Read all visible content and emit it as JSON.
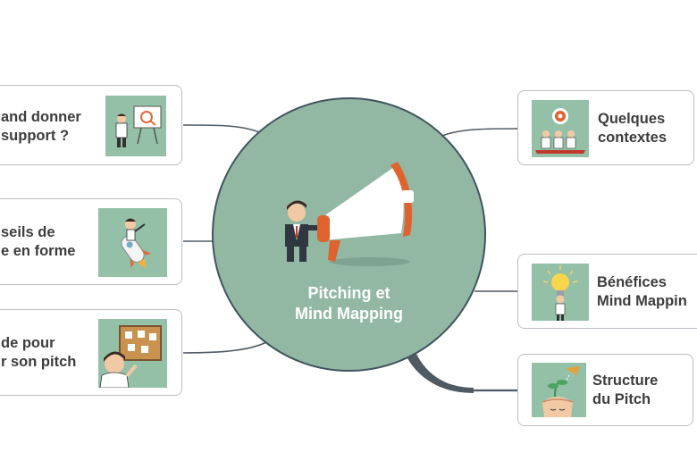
{
  "colors": {
    "center_fill": "#92b8a4",
    "center_border": "#41545f",
    "thumb_bg": "#94c0a8",
    "connector": "#4f5a63",
    "node_border": "#b9bec3",
    "text": "#3d3d3d"
  },
  "center": {
    "line1": "Pitching et",
    "line2": "Mind Mapping",
    "illustration": "megaphone-man-icon"
  },
  "nodes": {
    "quand_support": {
      "line1": "and donner",
      "line2": "support ?",
      "icon": "presentation-board-man-icon"
    },
    "conseils": {
      "line1": "seils de",
      "line2": "e en forme",
      "icon": "rocket-man-icon"
    },
    "aide": {
      "line1": "de pour",
      "line2": "r son pitch",
      "icon": "board-man-icon"
    },
    "contextes": {
      "line1": "Quelques",
      "line2": "contextes",
      "icon": "target-team-icon"
    },
    "benefices": {
      "line1": "Bénéfices",
      "line2": "Mind Mappin",
      "icon": "lightbulb-man-icon"
    },
    "structure": {
      "line1": "Structure",
      "line2": "du Pitch",
      "icon": "growing-plant-head-icon"
    }
  }
}
